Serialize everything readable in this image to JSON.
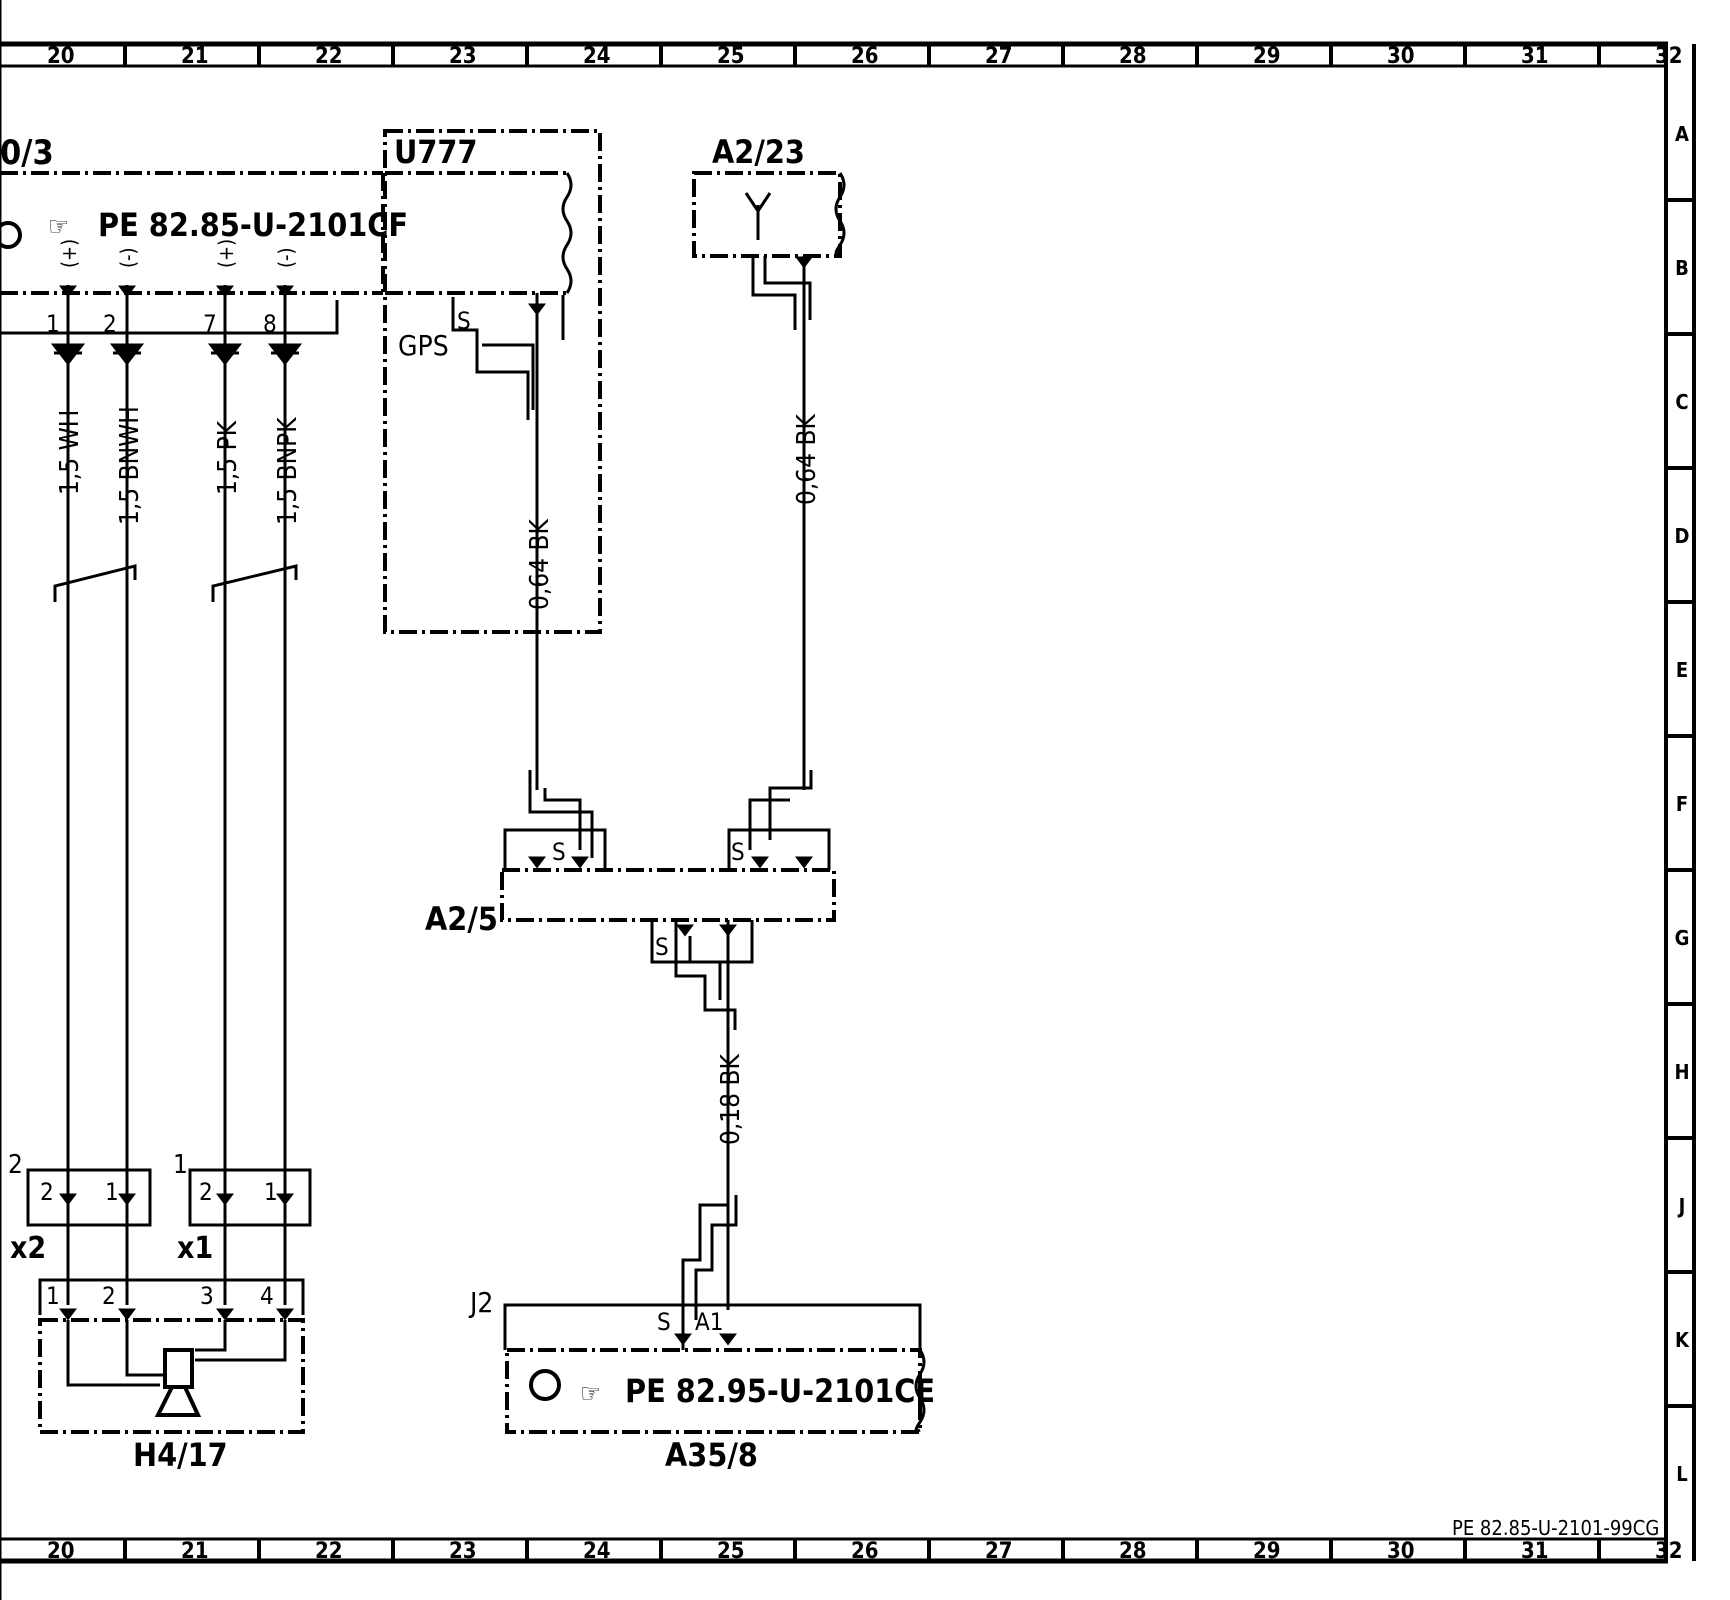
{
  "sheet": {
    "columns": [
      "20",
      "21",
      "22",
      "23",
      "24",
      "25",
      "26",
      "27",
      "28",
      "29",
      "30",
      "31",
      "32"
    ],
    "rows": [
      "A",
      "B",
      "C",
      "D",
      "E",
      "F",
      "G",
      "H",
      "J",
      "K",
      "L"
    ],
    "doc_ref": "PE 82.85-U-2101-99CG"
  },
  "components": {
    "top_left_ref": "0/3",
    "top_left_doc": "PE  82.85-U-2101CF",
    "u777": "U777",
    "gps": "GPS",
    "a2_23": "A2/23",
    "a2_5": "A2/5",
    "h4_17": "H4/17",
    "a35_8": "A35/8",
    "a35_8_doc": "PE  82.95-U-2101CE",
    "j2": "J2",
    "x1": "x1",
    "x2": "x2",
    "x1_num": "1",
    "x2_num": "2"
  },
  "pins": {
    "p1": "1",
    "p2": "2",
    "p7": "7",
    "p8": "8",
    "plus": "(+)",
    "minus": "(-)",
    "s": "S",
    "a1": "A1",
    "h1": "1",
    "h2": "2",
    "h3": "3",
    "h4": "4",
    "c2": "2",
    "c1": "1"
  },
  "wires": {
    "w1": "1,5 WH",
    "w2": "1,5 BNWH",
    "w3": "1,5 PK",
    "w4": "1,5 BNPK",
    "w5": "0,64 BK",
    "w6": "0,64 BK",
    "w7": "0,18 BK"
  }
}
